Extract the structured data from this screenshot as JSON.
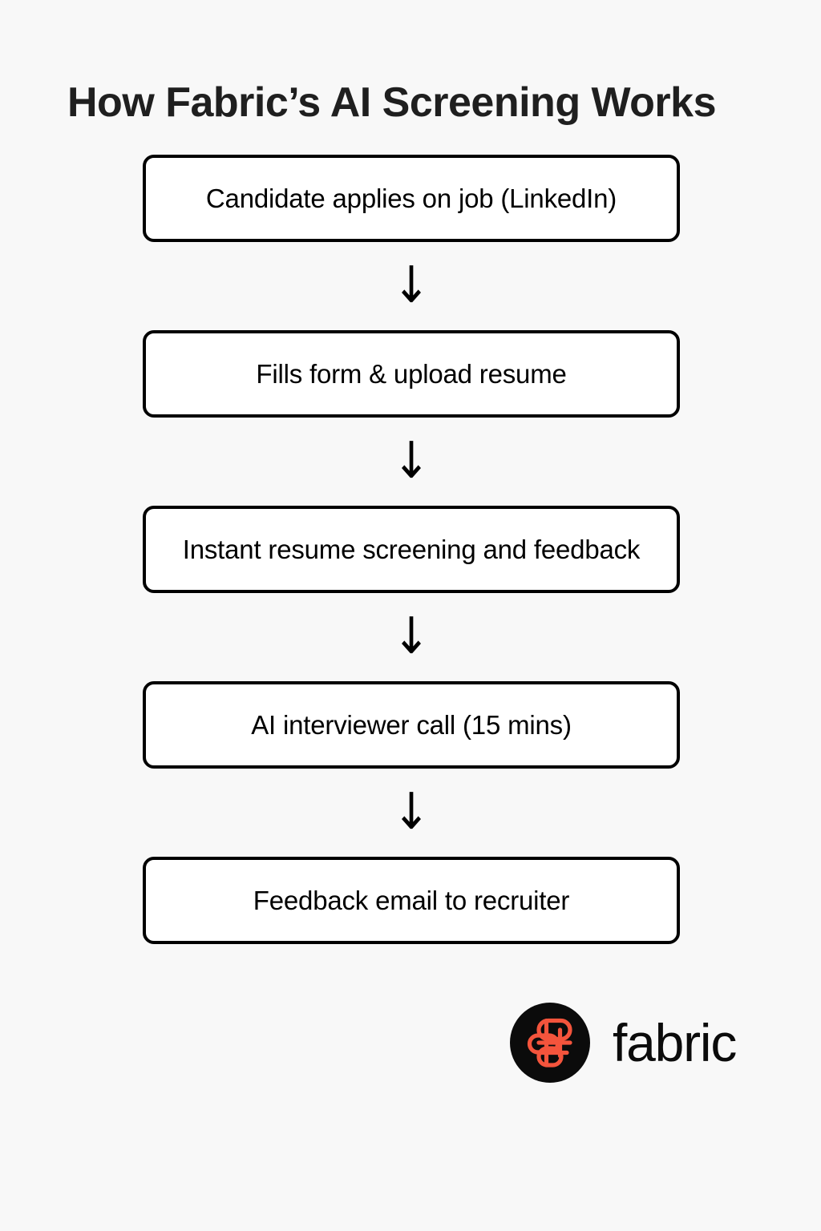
{
  "page": {
    "title": "How Fabric’s AI Screening Works",
    "background_color": "#f8f8f8",
    "text_color": "#1f1f1f"
  },
  "flow": {
    "arrow_glyph": "↓",
    "box_border_color": "#000000",
    "box_fill_color": "#ffffff",
    "steps": [
      {
        "label": "Candidate applies on job (LinkedIn)"
      },
      {
        "label": "Fills form & upload resume"
      },
      {
        "label": "Instant resume screening and feedback"
      },
      {
        "label": "AI interviewer call (15 mins)"
      },
      {
        "label": "Feedback email to recruiter"
      }
    ]
  },
  "brand": {
    "wordmark": "fabric",
    "badge_icon": "fabric-weave-icon",
    "badge_background": "#0b0b0b",
    "mark_color": "#f4543c",
    "wordmark_color": "#0b0b0b"
  }
}
